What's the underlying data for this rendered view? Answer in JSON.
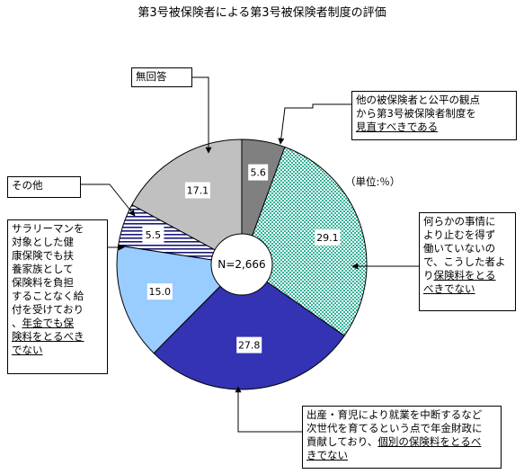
{
  "chart_data": {
    "type": "pie",
    "title": "第3号被保険者による第3号被保険者制度の評価",
    "unit_note": "（単位:％）",
    "center_label": "N=2,666",
    "slices": [
      {
        "value": 5.6,
        "label": "5.6",
        "category_lines": [
          "他の被保険者と公平の観点",
          "から第3号被保険者制度を",
          "見直すべきである"
        ],
        "underline_from_line": 2,
        "color": "#808080",
        "pattern": "solid"
      },
      {
        "value": 29.1,
        "label": "29.1",
        "category_lines": [
          "何らかの事情に",
          "より止むを得ず",
          "働いていないの",
          "で、こうした者よ",
          "り保険料をとる",
          "べきでない"
        ],
        "underline_from_line": 4,
        "underline_from_char": 1,
        "color": "#33b39a",
        "pattern": "dots"
      },
      {
        "value": 27.8,
        "label": "27.8",
        "category_lines": [
          "出産・育児により就業を中断するなど",
          "次世代を育てるという点で年金財政に",
          "貢献しており、個別の保険料をとるべ",
          "きでない"
        ],
        "underline_from_line": 2,
        "underline_from_char": 7,
        "color": "#3333b3",
        "pattern": "solid"
      },
      {
        "value": 15.0,
        "label": "15.0",
        "category_lines": [
          "サラリーマンを",
          "対象とした健",
          "康保険でも扶",
          "養家族として",
          "保険料を負担",
          "することなく給",
          "付を受けており",
          "、年金でも保",
          "険料をとるべき",
          "でない"
        ],
        "underline_from_line": 7,
        "underline_from_char": 1,
        "color": "#99ccff",
        "pattern": "solid"
      },
      {
        "value": 5.5,
        "label": "5.5",
        "category_lines": [
          "その他"
        ],
        "color": "#1a1a7a",
        "pattern": "hstripes"
      },
      {
        "value": 17.1,
        "label": "17.1",
        "category_lines": [
          "無回答"
        ],
        "color": "#c0c0c0",
        "pattern": "solid"
      }
    ]
  }
}
